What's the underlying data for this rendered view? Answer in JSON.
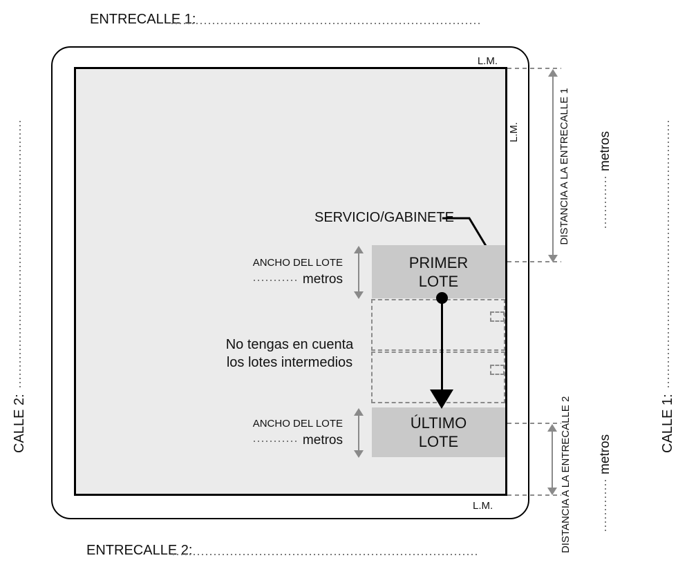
{
  "colors": {
    "ink": "#111111",
    "block_fill": "#ebebeb",
    "lot_fill": "#c9c9c9",
    "dim_gray": "#8a8a8a",
    "dash_gray": "#8a8a8a",
    "dot_gray": "#7a7a7a"
  },
  "streets": {
    "entrecalle_1": "ENTRECALLE 1:",
    "entrecalle_2": "ENTRECALLE 2:",
    "calle_1": "CALLE 1:",
    "calle_2": "CALLE 2:"
  },
  "municipal_line": {
    "top": "L.M.",
    "right": "L.M.",
    "bottom": "L.M."
  },
  "service": {
    "label": "SERVICIO/GABINETE"
  },
  "lots": {
    "first": {
      "line1": "PRIMER",
      "line2": "LOTE"
    },
    "last": {
      "line1": "ÚLTIMO",
      "line2": "LOTE"
    },
    "note": {
      "line1": "No tengas en cuenta",
      "line2": "los lotes intermedios"
    }
  },
  "dimensions": {
    "lot_width_top": {
      "label": "ANCHO DEL LOTE",
      "unit": "metros"
    },
    "lot_width_bottom": {
      "label": "ANCHO DEL LOTE",
      "unit": "metros"
    },
    "distance_entrecalle_1": {
      "label": "DISTANCIA A LA ENTRECALLE 1",
      "unit": "metros"
    },
    "distance_entrecalle_2": {
      "label": "DISTANCIA A LA ENTRECALLE 2",
      "unit": "metros"
    }
  }
}
